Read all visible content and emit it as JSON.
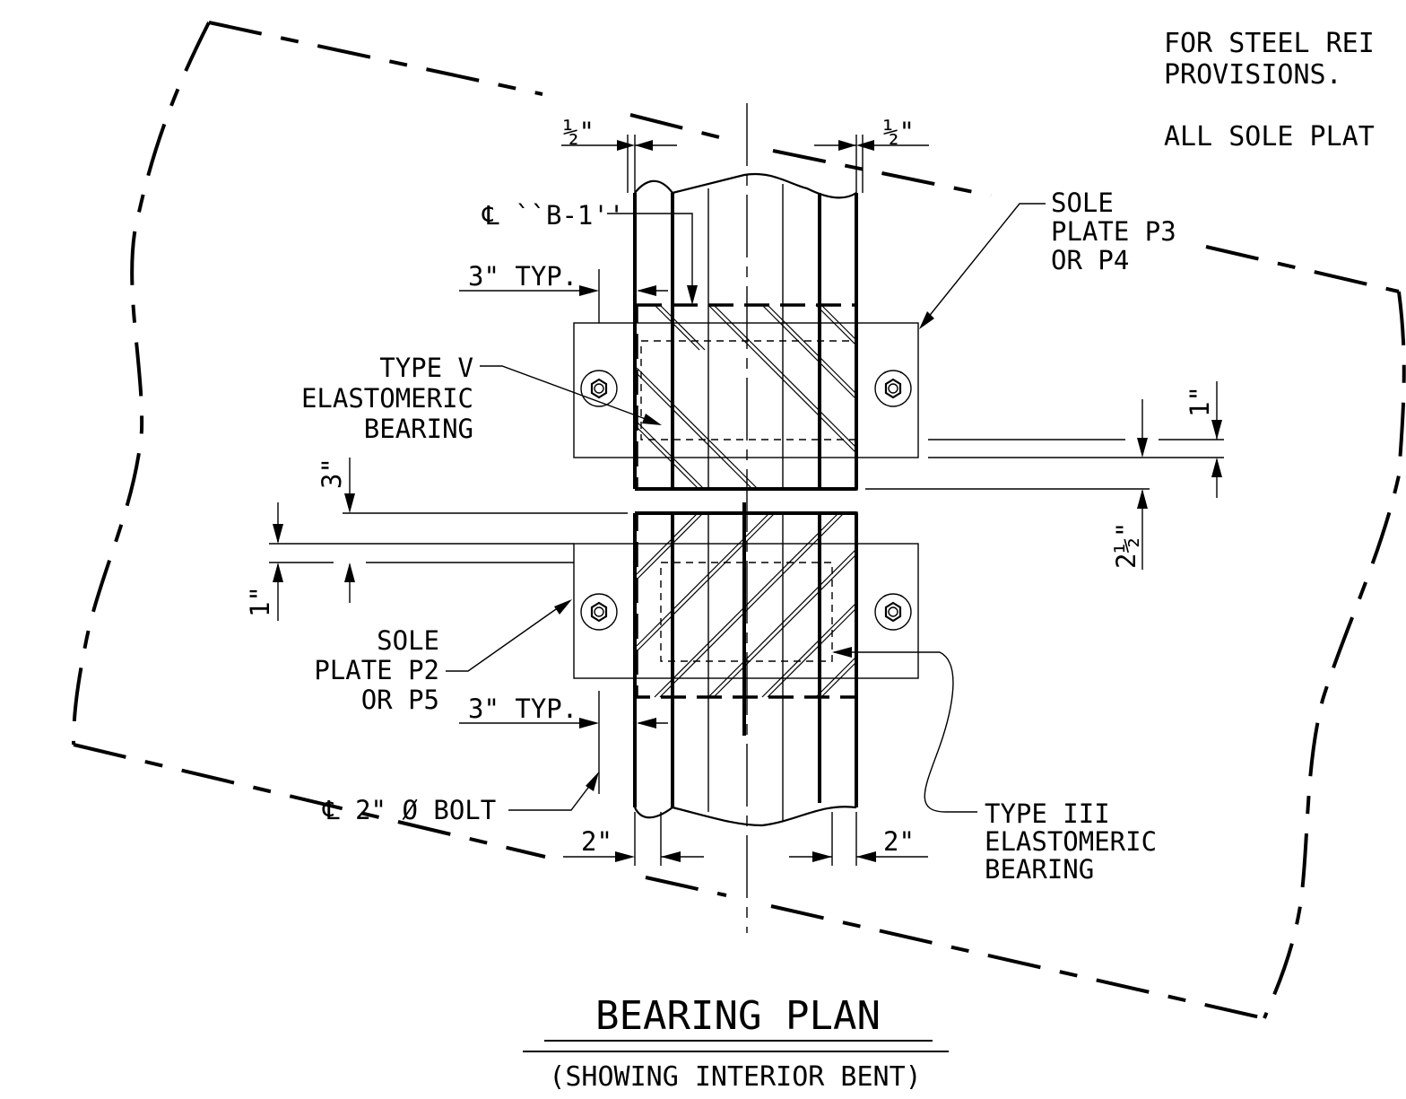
{
  "notes": {
    "line1": "FOR STEEL REI",
    "line2": "PROVISIONS.",
    "line3": "ALL SOLE PLAT"
  },
  "title": {
    "main": "BEARING PLAN",
    "sub": "(SHOWING INTERIOR BENT)"
  },
  "labels": {
    "pl_b1": "℄ ``B-1''",
    "sole_p3_l1": "SOLE",
    "sole_p3_l2": "PLATE P3",
    "sole_p3_l3": "OR P4",
    "type_v_l1": "TYPE V",
    "type_v_l2": "ELASTOMERIC",
    "type_v_l3": "BEARING",
    "sole_p2_l1": "SOLE",
    "sole_p2_l2": "PLATE P2",
    "sole_p2_l3": "OR P5",
    "bolt": "℄ 2\" Ø BOLT",
    "type_iii_l1": "TYPE III",
    "type_iii_l2": "ELASTOMERIC",
    "type_iii_l3": "BEARING"
  },
  "dimensions": {
    "half_left": "½\"",
    "half_right": "½\"",
    "three_typ_top": "3\" TYP.",
    "three_typ_bottom": "3\" TYP.",
    "three_vert": "3\"",
    "one_left": "1\"",
    "one_right": "1\"",
    "two_half": "2½\"",
    "two_left": "2\"",
    "two_right": "2\""
  }
}
